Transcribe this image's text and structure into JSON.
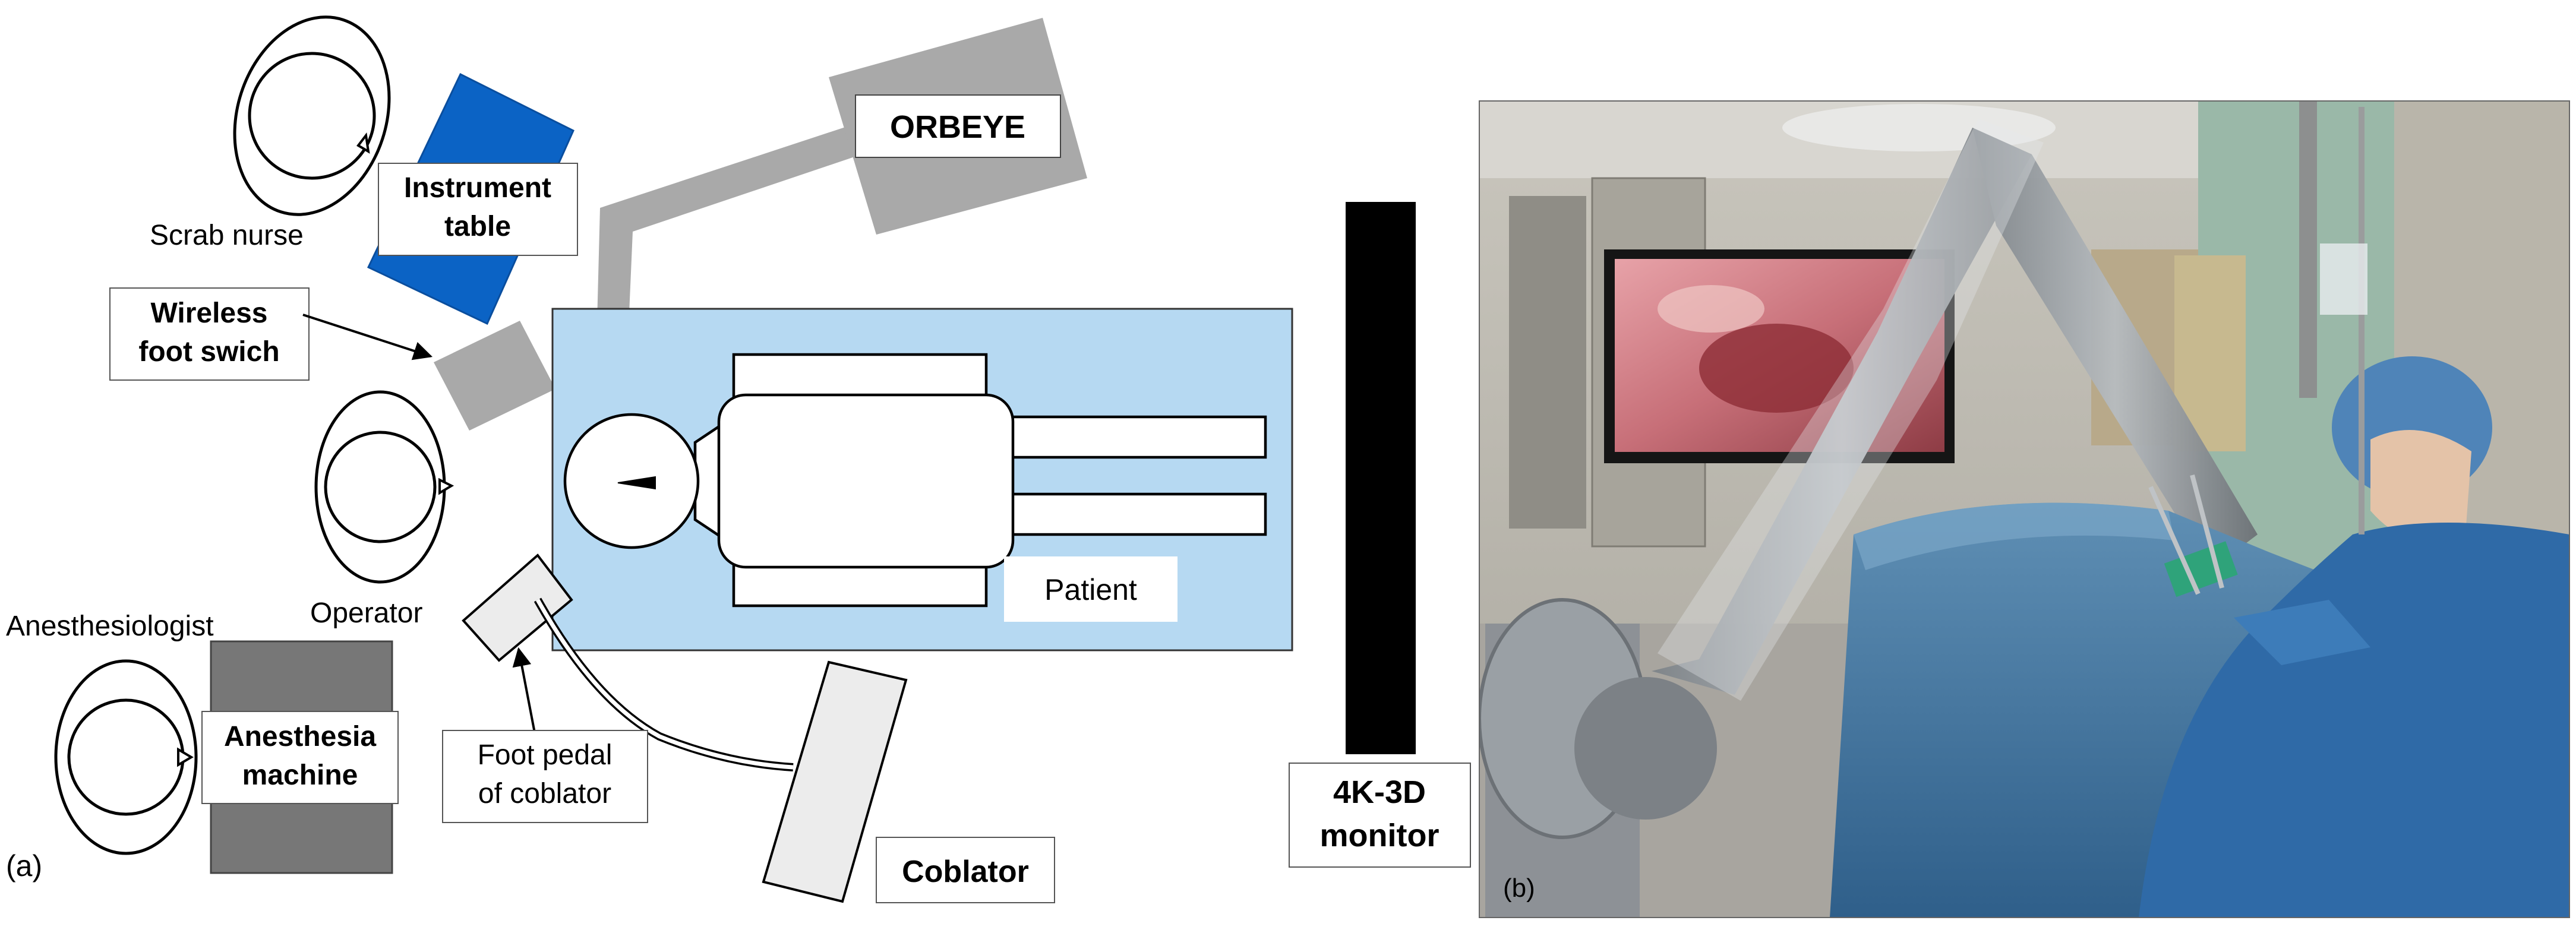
{
  "panel_a": {
    "label": "(a)",
    "people": {
      "scrub_nurse": "Scrab nurse",
      "operator": "Operator",
      "anesthesiologist": "Anesthesiologist"
    },
    "equipment": {
      "instrument_table_line1": "Instrument",
      "instrument_table_line2": "table",
      "orbeye": "ORBEYE",
      "wireless_foot_switch_line1": "Wireless",
      "wireless_foot_switch_line2": "foot swich",
      "patient": "Patient",
      "anesthesia_machine_line1": "Anesthesia",
      "anesthesia_machine_line2": "machine",
      "foot_pedal_line1": "Foot pedal",
      "foot_pedal_line2": "of coblator",
      "coblator": "Coblator",
      "monitor_line1": "4K-3D",
      "monitor_line2": "monitor"
    },
    "colors": {
      "instrument_table": "#0b63c5",
      "bed": "#b6d9f2",
      "gray_equipment": "#a9a9a9",
      "anesthesia_machine": "#777777",
      "monitor": "#000000",
      "coblator": "#ececec"
    }
  },
  "panel_b": {
    "label": "(b)"
  }
}
